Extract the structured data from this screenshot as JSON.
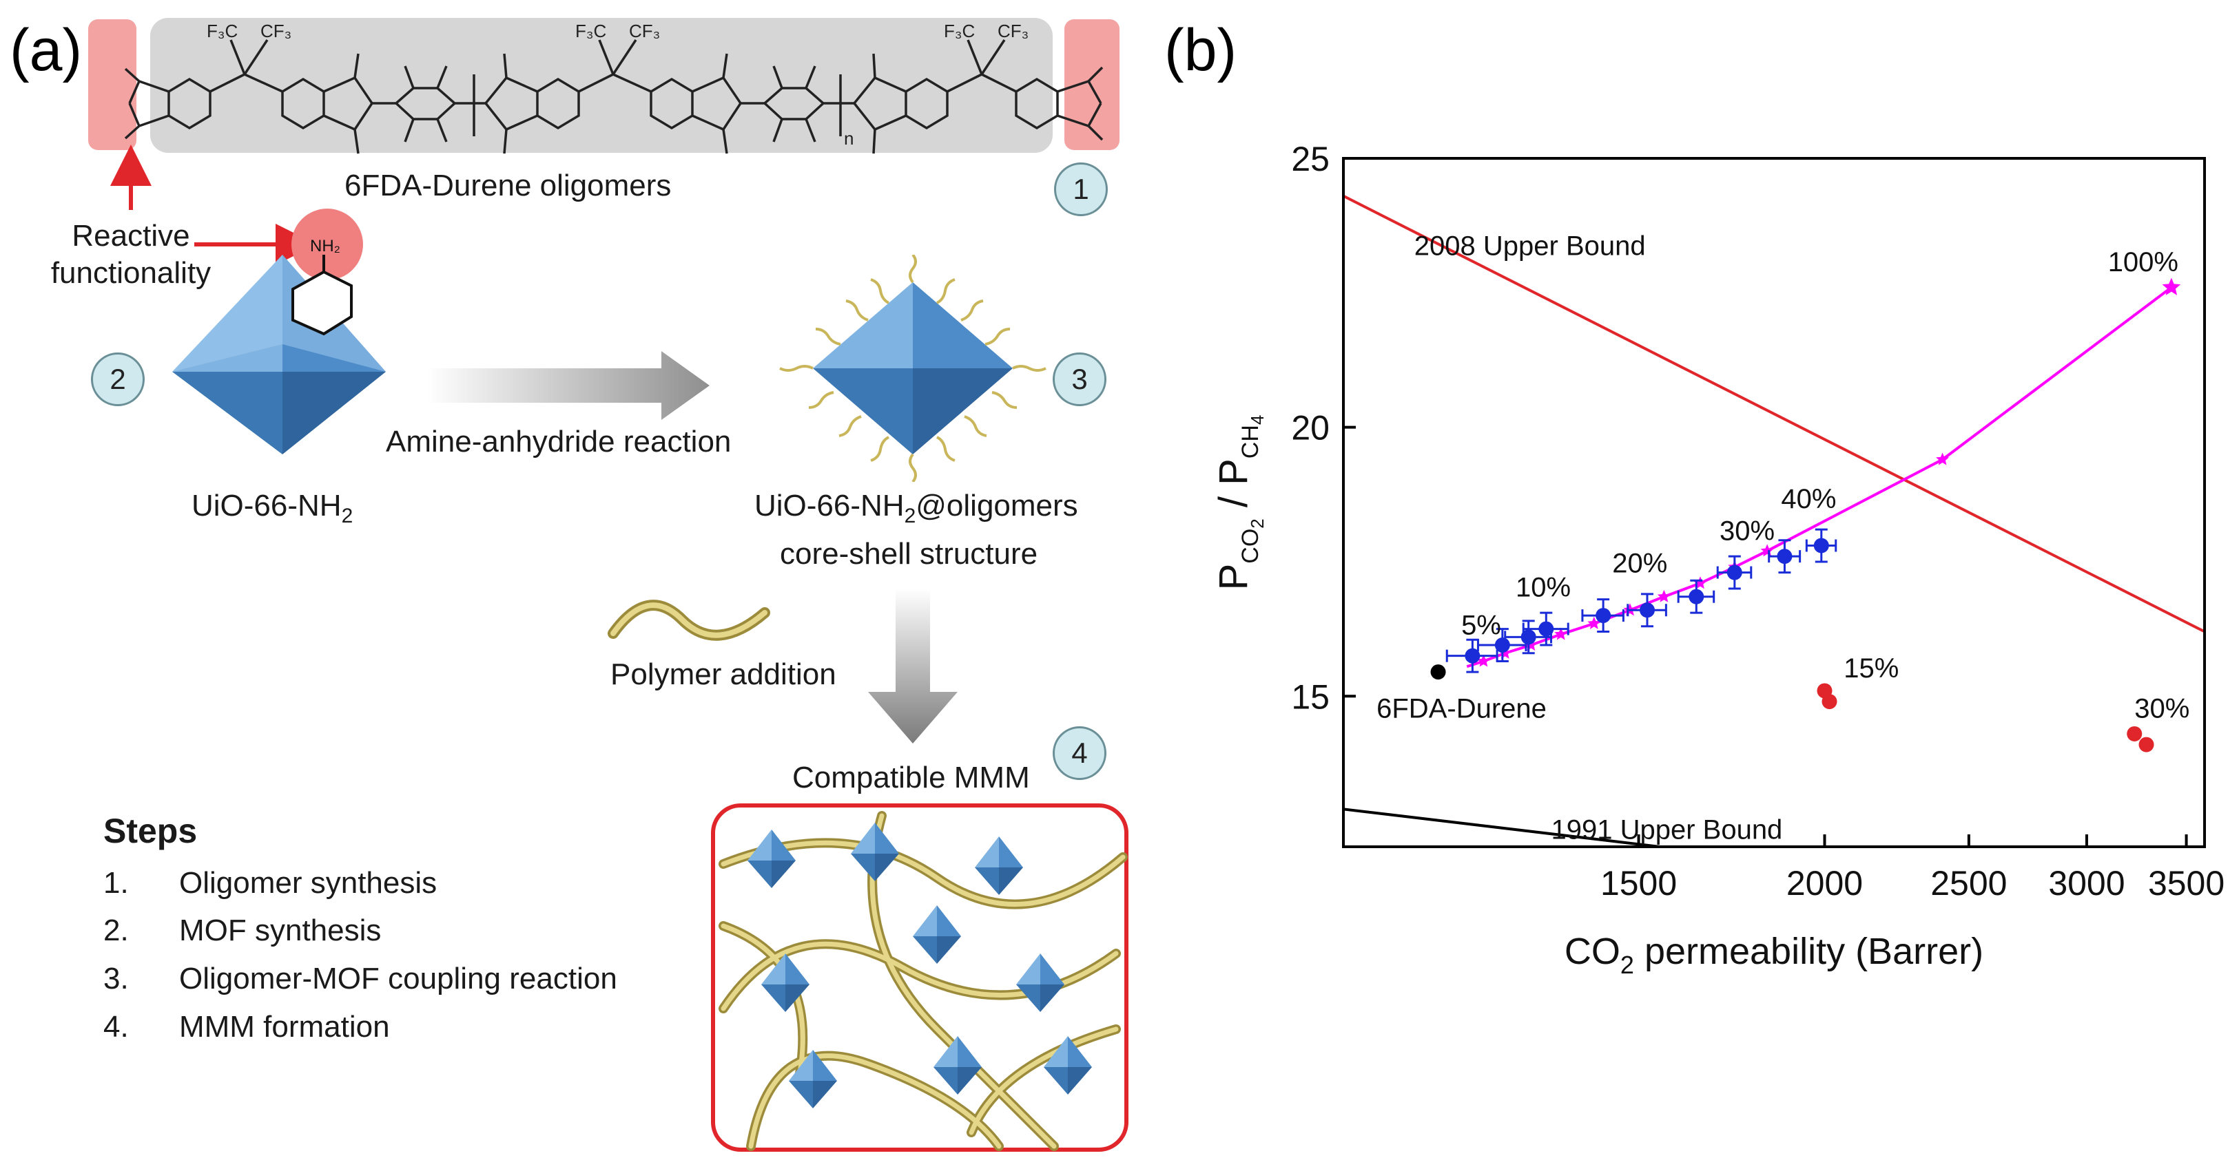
{
  "panel_a": {
    "label": "(a)",
    "oligomer_name": "6FDA-Durene oligomers",
    "cf3_left": "F₃C",
    "cf3_right": "CF₃",
    "repeat_n": "n",
    "reactive_label_line1": "Reactive",
    "reactive_label_line2": "functionality",
    "nh2": "NH₂",
    "mof_name": "UiO-66-NH",
    "mof_sub": "2",
    "reaction_label": "Amine-anhydride reaction",
    "coreshell_line1_a": "UiO-66-NH",
    "coreshell_line1_sub": "2",
    "coreshell_line1_b": "@oligomers",
    "coreshell_line2": "core-shell structure",
    "polymer_addition": "Polymer addition",
    "mmm_label": "Compatible MMM",
    "circles": [
      "1",
      "2",
      "3",
      "4"
    ],
    "steps_title": "Steps",
    "steps": [
      {
        "num": "1.",
        "text": "Oligomer synthesis"
      },
      {
        "num": "2.",
        "text": "MOF synthesis"
      },
      {
        "num": "3.",
        "text": "Oligomer-MOF coupling reaction"
      },
      {
        "num": "4.",
        "text": "MMM formation"
      }
    ]
  },
  "panel_b": {
    "label": "(b)"
  },
  "chart_data": {
    "type": "scatter",
    "xlabel_main": "CO",
    "xlabel_sub": "2",
    "xlabel_rest": " permeability (Barrer)",
    "ylabel_p1": "P",
    "ylabel_s1": "CO",
    "ylabel_s1b": "2",
    "ylabel_slash": " / P",
    "ylabel_s2": "CH",
    "ylabel_s2b": "4",
    "xscale": "log",
    "xlim": [
      950,
      3600
    ],
    "ylim": [
      12.2,
      25
    ],
    "xticks": [
      1500,
      2000,
      2500,
      3000,
      3500
    ],
    "xtick_labels": [
      "1500",
      "2000",
      "2500",
      "3000",
      "3500"
    ],
    "yticks": [
      15,
      20,
      25
    ],
    "ytick_labels": [
      "15",
      "20",
      "25"
    ],
    "upper_bound_2008": {
      "name": "2008 Upper Bound",
      "x": [
        950,
        3600
      ],
      "y": [
        24.3,
        16.2
      ],
      "color": "#e0262a"
    },
    "upper_bound_1991": {
      "name": "1991 Upper Bound",
      "x": [
        950,
        1550
      ],
      "y": [
        12.9,
        12.2
      ],
      "color": "#000000"
    },
    "model_line": {
      "color": "#ff00ff",
      "x": [
        1150,
        1180,
        1220,
        1270,
        1330,
        1400,
        1480,
        1560,
        1650,
        1740,
        1830,
        2400,
        3420
      ],
      "y": [
        15.55,
        15.65,
        15.8,
        15.95,
        16.15,
        16.35,
        16.6,
        16.85,
        17.1,
        17.4,
        17.7,
        19.4,
        22.6
      ]
    },
    "series": [
      {
        "points": [
          {
            "x": 1100,
            "y": 15.45
          }
        ],
        "color": "#000000"
      },
      {
        "points": [
          {
            "x": 1160,
            "y": 15.75
          },
          {
            "x": 1215,
            "y": 15.95
          },
          {
            "x": 1265,
            "y": 16.1
          },
          {
            "x": 1300,
            "y": 16.25
          },
          {
            "x": 1420,
            "y": 16.5
          },
          {
            "x": 1520,
            "y": 16.6
          },
          {
            "x": 1640,
            "y": 16.85
          },
          {
            "x": 1740,
            "y": 17.3
          },
          {
            "x": 1880,
            "y": 17.6
          },
          {
            "x": 1990,
            "y": 17.8
          }
        ],
        "color": "#1a2cd8",
        "error_x": 45,
        "error_y": 0.3
      },
      {
        "points": [
          {
            "x": 2000,
            "y": 15.1
          },
          {
            "x": 2015,
            "y": 14.9
          },
          {
            "x": 3230,
            "y": 14.3
          },
          {
            "x": 3290,
            "y": 14.1
          }
        ],
        "color": "#e0262a"
      }
    ],
    "annotations": [
      {
        "text": "2008 Upper Bound",
        "x": 1060,
        "y": 23.2
      },
      {
        "text": "1991 Upper Bound",
        "x": 1310,
        "y": 12.35
      },
      {
        "text": "6FDA-Durene",
        "x": 1000,
        "y": 14.6
      },
      {
        "text": "5%",
        "x": 1140,
        "y": 16.15
      },
      {
        "text": "10%",
        "x": 1240,
        "y": 16.85
      },
      {
        "text": "20%",
        "x": 1440,
        "y": 17.3
      },
      {
        "text": "30%",
        "x": 1700,
        "y": 17.9
      },
      {
        "text": "40%",
        "x": 1870,
        "y": 18.5
      },
      {
        "text": "15%",
        "x": 2060,
        "y": 15.35
      },
      {
        "text": "30%",
        "x": 3230,
        "y": 14.6
      },
      {
        "text": "100%",
        "x": 3100,
        "y": 22.9
      }
    ]
  }
}
